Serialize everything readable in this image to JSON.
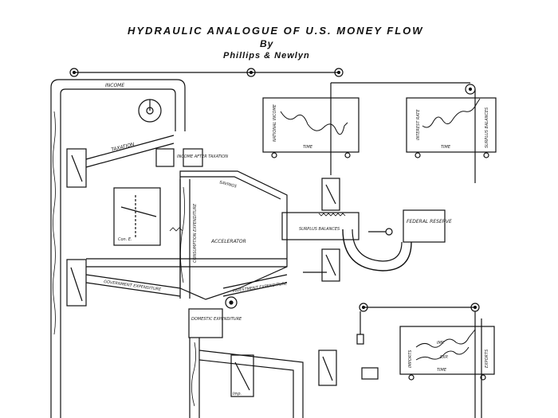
{
  "title": {
    "line1": "HYDRAULIC ANALOGUE OF U.S. MONEY FLOW",
    "line2": "By",
    "line3": "Phillips & Newlyn"
  },
  "labels": {
    "income": "INCOME",
    "taxation": "TAXATION",
    "income_after_taxation": "INCOME AFTER TAXATION",
    "savings": "SAVINGS",
    "surplus_balances": "SURPLUS BALANCES",
    "federal_reserve": "FEDERAL RESERVE",
    "accelerator": "ACCELERATOR",
    "government_expenditure": "GOVERNMENT EXPENDITURE",
    "investment_expenditure": "INVESTMENT EXPENDITURE",
    "consumption_expenditure": "CONSUMPTION EXPENDITURE",
    "domestic_expenditure": "DOMESTIC EXPENDITURE",
    "imports": "IMPORTS",
    "exports": "EXPORTS",
    "con_e": "Con. E.",
    "imp": "Imp."
  },
  "graphs": {
    "national_income": {
      "ylabel": "NATIONAL INCOME",
      "xlabel": "TIME"
    },
    "interest_rate": {
      "ylabel": "INTEREST RATE",
      "xlabel": "TIME",
      "ylabel_right": "SURPLUS BALANCES"
    },
    "trade": {
      "ylabel": "IMPORTS",
      "xlabel": "TIME",
      "ylabel_right": "EXPORTS",
      "series1": "IMP.",
      "series2": "EXP."
    }
  },
  "colors": {
    "ink": "#111111",
    "paper": "#ffffff",
    "water": "#e8e8e8"
  }
}
